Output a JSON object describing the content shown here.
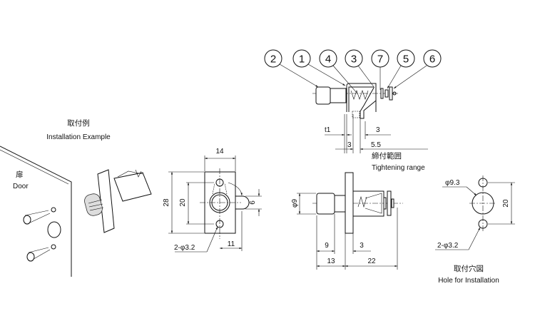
{
  "part_numbers": [
    "2",
    "1",
    "4",
    "3",
    "7",
    "5",
    "6"
  ],
  "installation_example": {
    "title_jp": "取付例",
    "title_en": "Installation Example",
    "door_jp": "扉",
    "door_en": "Door"
  },
  "top_side_view": {
    "t1": "t1",
    "dim_3a": "3",
    "dim_3b": "3",
    "dim_5_5": "5.5",
    "range_jp": "締付範囲",
    "range_en": "Tightening range"
  },
  "front_view": {
    "width": "14",
    "height": "28",
    "hole_pitch": "20",
    "latch": "6",
    "offset": "11",
    "holes": "2-φ3.2"
  },
  "side_view": {
    "diameter": "φ9",
    "knob": "9",
    "flange": "3",
    "front": "13",
    "back": "22"
  },
  "hole_for_installation": {
    "center_hole": "φ9.3",
    "pitch": "20",
    "holes": "2-φ3.2",
    "title_jp": "取付穴図",
    "title_en": "Hole for Installation"
  }
}
